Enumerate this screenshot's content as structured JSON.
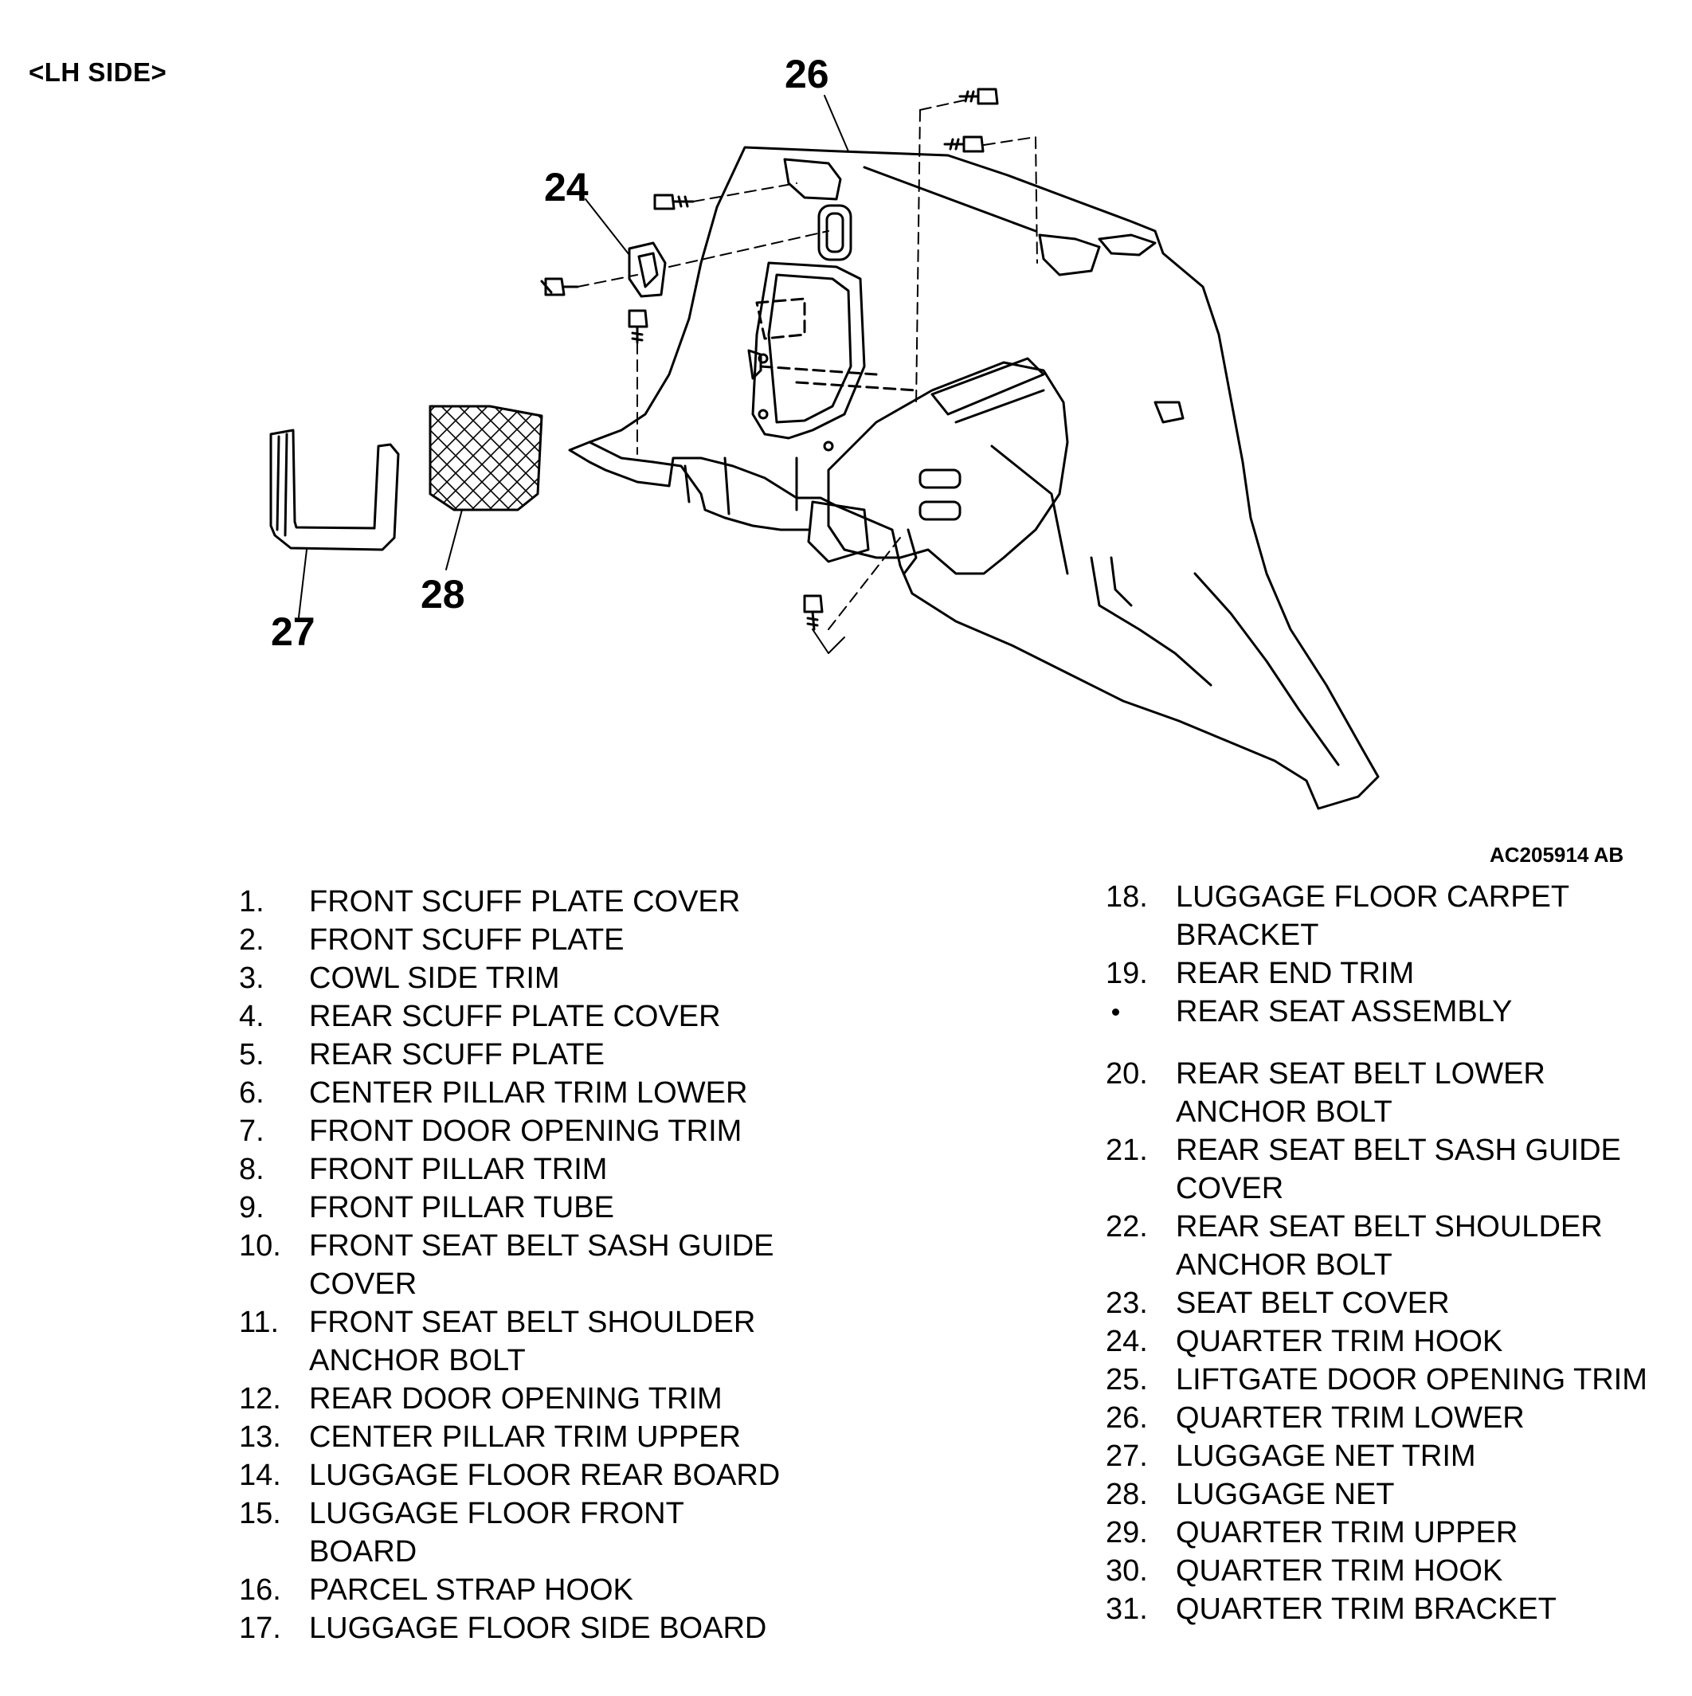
{
  "header": {
    "side_label": "<LH SIDE>"
  },
  "diagram": {
    "figure_code": "AC205914 AB",
    "callouts": {
      "c24": "24",
      "c26": "26",
      "c27": "27",
      "c28": "28"
    }
  },
  "parts_left": [
    {
      "num": "1.",
      "name": "FRONT SCUFF PLATE COVER"
    },
    {
      "num": "2.",
      "name": "FRONT SCUFF PLATE"
    },
    {
      "num": "3.",
      "name": "COWL SIDE TRIM"
    },
    {
      "num": "4.",
      "name": "REAR SCUFF PLATE COVER"
    },
    {
      "num": "5.",
      "name": "REAR SCUFF PLATE"
    },
    {
      "num": "6.",
      "name": "CENTER PILLAR TRIM LOWER"
    },
    {
      "num": "7.",
      "name": "FRONT DOOR OPENING TRIM"
    },
    {
      "num": "8.",
      "name": "FRONT PILLAR TRIM"
    },
    {
      "num": "9.",
      "name": "FRONT PILLAR TUBE"
    },
    {
      "num": "10.",
      "name": "FRONT SEAT BELT SASH GUIDE",
      "name2": "COVER"
    },
    {
      "num": "11.",
      "name": "FRONT SEAT BELT SHOULDER",
      "name2": "ANCHOR BOLT"
    },
    {
      "num": "12.",
      "name": "REAR DOOR OPENING TRIM"
    },
    {
      "num": "13.",
      "name": "CENTER PILLAR TRIM UPPER"
    },
    {
      "num": "14.",
      "name": "LUGGAGE FLOOR REAR BOARD"
    },
    {
      "num": "15.",
      "name": "LUGGAGE FLOOR FRONT",
      "name2": "BOARD"
    },
    {
      "num": "16.",
      "name": "PARCEL STRAP HOOK"
    },
    {
      "num": "17.",
      "name": "LUGGAGE FLOOR SIDE BOARD"
    }
  ],
  "parts_right": [
    {
      "num": "18.",
      "name": "LUGGAGE FLOOR CARPET",
      "name2": "BRACKET"
    },
    {
      "num": "19.",
      "name": "REAR END TRIM"
    },
    {
      "num": "",
      "name": "REAR SEAT ASSEMBLY"
    },
    {
      "num": "20.",
      "name": "REAR SEAT BELT LOWER",
      "name2": "ANCHOR BOLT"
    },
    {
      "num": "21.",
      "name": "REAR SEAT BELT SASH GUIDE",
      "name2": "COVER"
    },
    {
      "num": "22.",
      "name": "REAR SEAT BELT SHOULDER",
      "name2": "ANCHOR BOLT"
    },
    {
      "num": "23.",
      "name": "SEAT BELT COVER"
    },
    {
      "num": "24.",
      "name": "QUARTER TRIM HOOK"
    },
    {
      "num": "25.",
      "name": "LIFTGATE DOOR OPENING TRIM"
    },
    {
      "num": "26.",
      "name": "QUARTER TRIM LOWER"
    },
    {
      "num": "27.",
      "name": "LUGGAGE NET TRIM"
    },
    {
      "num": "28.",
      "name": "LUGGAGE NET"
    },
    {
      "num": "29.",
      "name": "QUARTER TRIM UPPER"
    },
    {
      "num": "30.",
      "name": "QUARTER TRIM HOOK"
    },
    {
      "num": "31.",
      "name": "QUARTER TRIM BRACKET"
    }
  ]
}
